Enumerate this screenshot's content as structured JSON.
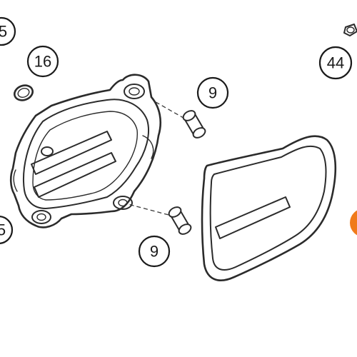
{
  "colors": {
    "line": "#2b2b2b",
    "background": "#ffffff",
    "highlight": "#f07a1a"
  },
  "callouts": {
    "c15_top": "5",
    "c16": "16",
    "c9_upper": "9",
    "c44": "44",
    "c15_left": "5",
    "c9_lower": "9"
  }
}
